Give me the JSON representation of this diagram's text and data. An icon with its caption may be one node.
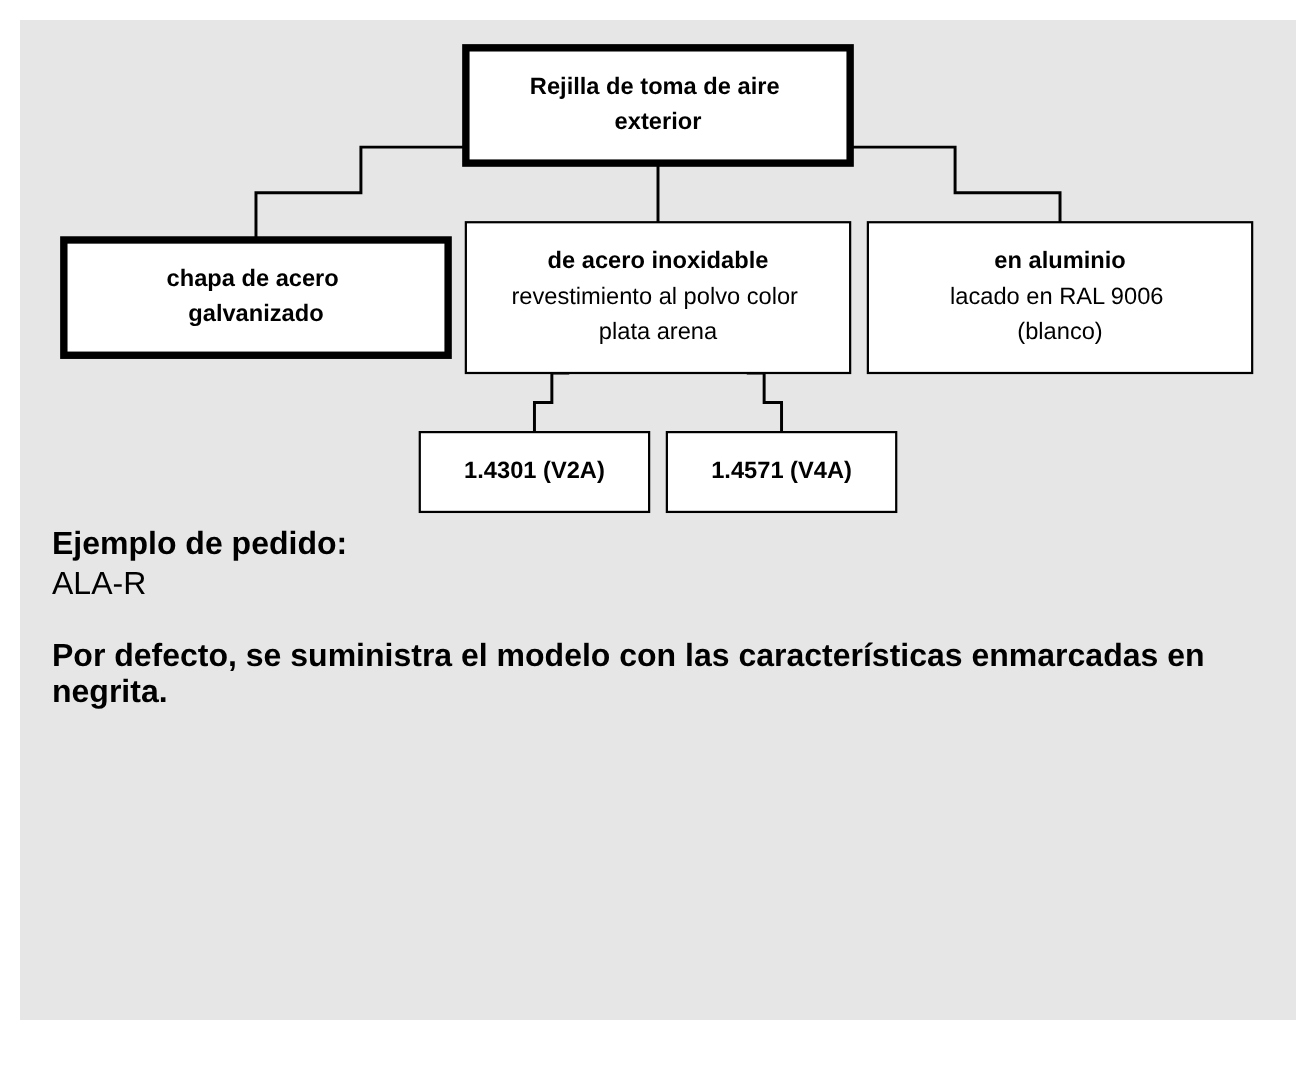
{
  "diagram": {
    "nodes": [
      {
        "text": [
          "Rejilla de toma de aire exterior"
        ]
      },
      {
        "text": [
          "chapa de acero galvanizado"
        ]
      },
      {
        "text": [
          "de acero inoxidable",
          "revestimiento al polvo color plata arena"
        ]
      },
      {
        "text": [
          "en aluminio",
          "lacado en RAL 9006 (blanco)"
        ]
      },
      {
        "text": [
          "1.4301 (V2A)"
        ]
      },
      {
        "text": [
          "1.4571 (V4A)"
        ]
      }
    ],
    "edges": [
      {
        "from": 0,
        "to": 1,
        "arrow": "none"
      },
      {
        "from": 0,
        "to": 2,
        "arrow": "none"
      },
      {
        "from": 0,
        "to": 3,
        "arrow": "none"
      },
      {
        "from": 2,
        "to": 4,
        "arrow": "none"
      },
      {
        "from": 2,
        "to": 5,
        "arrow": "none"
      }
    ],
    "labels": [
      "Ejemplo de pedido:",
      "ALA-R",
      "Por defecto, se suministra el modelo con las características enmarcadas en negrita."
    ]
  }
}
